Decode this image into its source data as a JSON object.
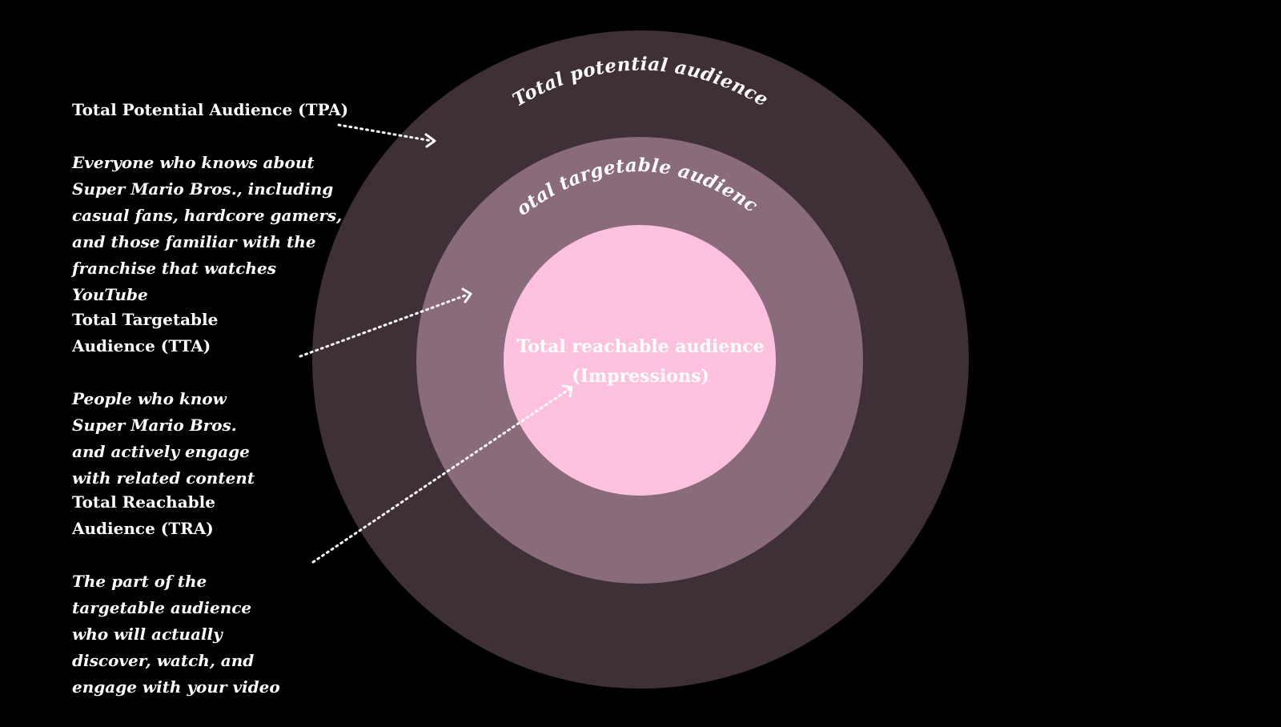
{
  "colors": {
    "background": "#000000",
    "outer_ring": "#3f3038",
    "middle_ring": "#8a6b7b",
    "inner_circle": "#ffc2de",
    "text": "#ffffff"
  },
  "rings": {
    "outer_label": "Total potential audience",
    "middle_label": "Total targetable audience",
    "inner_label_line1": "Total reachable audience",
    "inner_label_line2": "(Impressions)"
  },
  "legend": {
    "tpa": {
      "title": "Total Potential Audience (TPA)",
      "description": "Everyone who knows about\nSuper Mario Bros., including\ncasual fans, hardcore gamers,\nand those familiar with the\nfranchise that watches\nYouTube"
    },
    "tta": {
      "title": "Total Targetable\nAudience (TTA)",
      "description": "People who know\nSuper Mario Bros.\nand actively engage\nwith related content"
    },
    "tra": {
      "title": "Total Reachable\nAudience (TRA)",
      "description": "The part of the\ntargetable audience\nwho will actually\ndiscover, watch, and\nengage with your video"
    }
  }
}
